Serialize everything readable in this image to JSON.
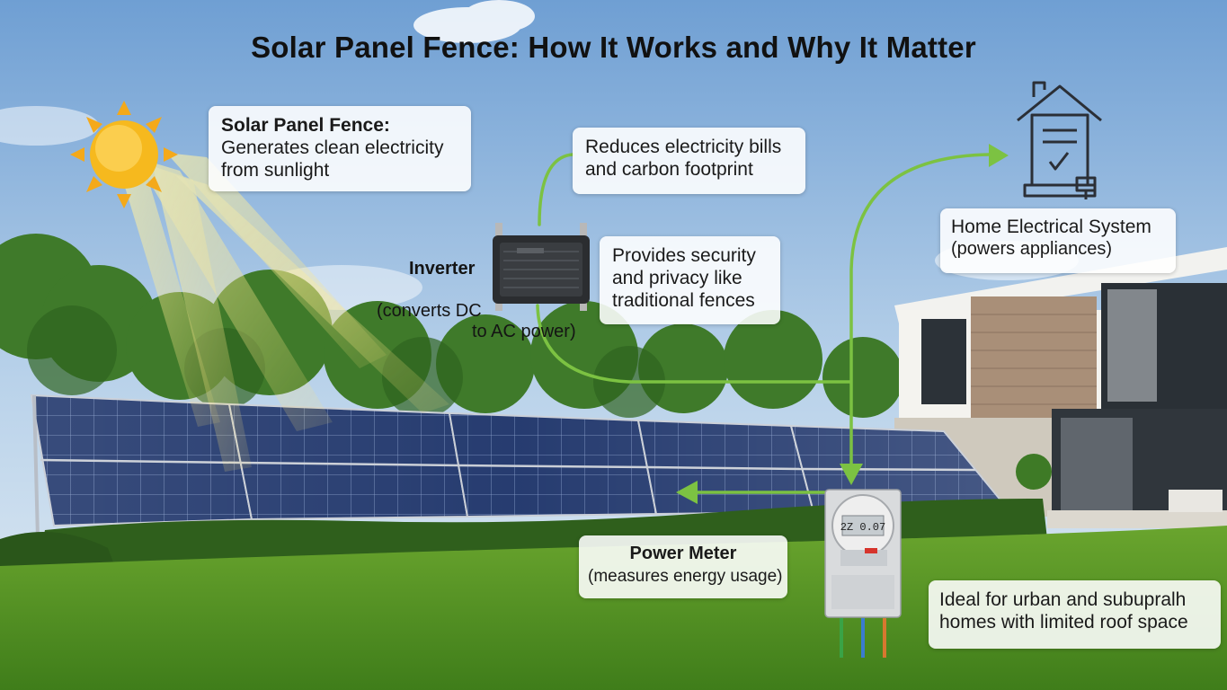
{
  "title": "Solar Panel Fence: How It Works and Why It Matter",
  "labels": {
    "solar_fence": {
      "heading": "Solar Panel Fence:",
      "lines": [
        "Generates clean electricity",
        "from sunlight"
      ]
    },
    "reduces": {
      "lines": [
        "Reduces electricity bills",
        "and carbon footprint"
      ]
    },
    "security": {
      "lines": [
        "Provides security",
        "and privacy like",
        "traditional fences"
      ]
    },
    "inverter": {
      "heading": "Inverter",
      "lines": [
        "(converts DC",
        "to AC power)"
      ]
    },
    "home": {
      "heading": "Home Electrical System",
      "lines": [
        "(powers appliances)"
      ]
    },
    "meter": {
      "heading": "Power Meter",
      "lines": [
        "(measures energy usage)"
      ]
    },
    "urban": {
      "lines": [
        "Ideal for urban and subupralh",
        "homes with limited roof space"
      ]
    }
  },
  "meter_display": "2Z 0.07",
  "colors": {
    "sky_top": "#6f9fd3",
    "sky_bottom": "#dde9f3",
    "sun": "#f6b91e",
    "arrow_green": "#7cc242",
    "panel_blue": "#1f3568",
    "grass": "#4e8f22",
    "hedge": "#2c5a1a"
  },
  "icons": [
    "sun-icon",
    "house-icon",
    "inverter-device",
    "power-meter-device"
  ]
}
